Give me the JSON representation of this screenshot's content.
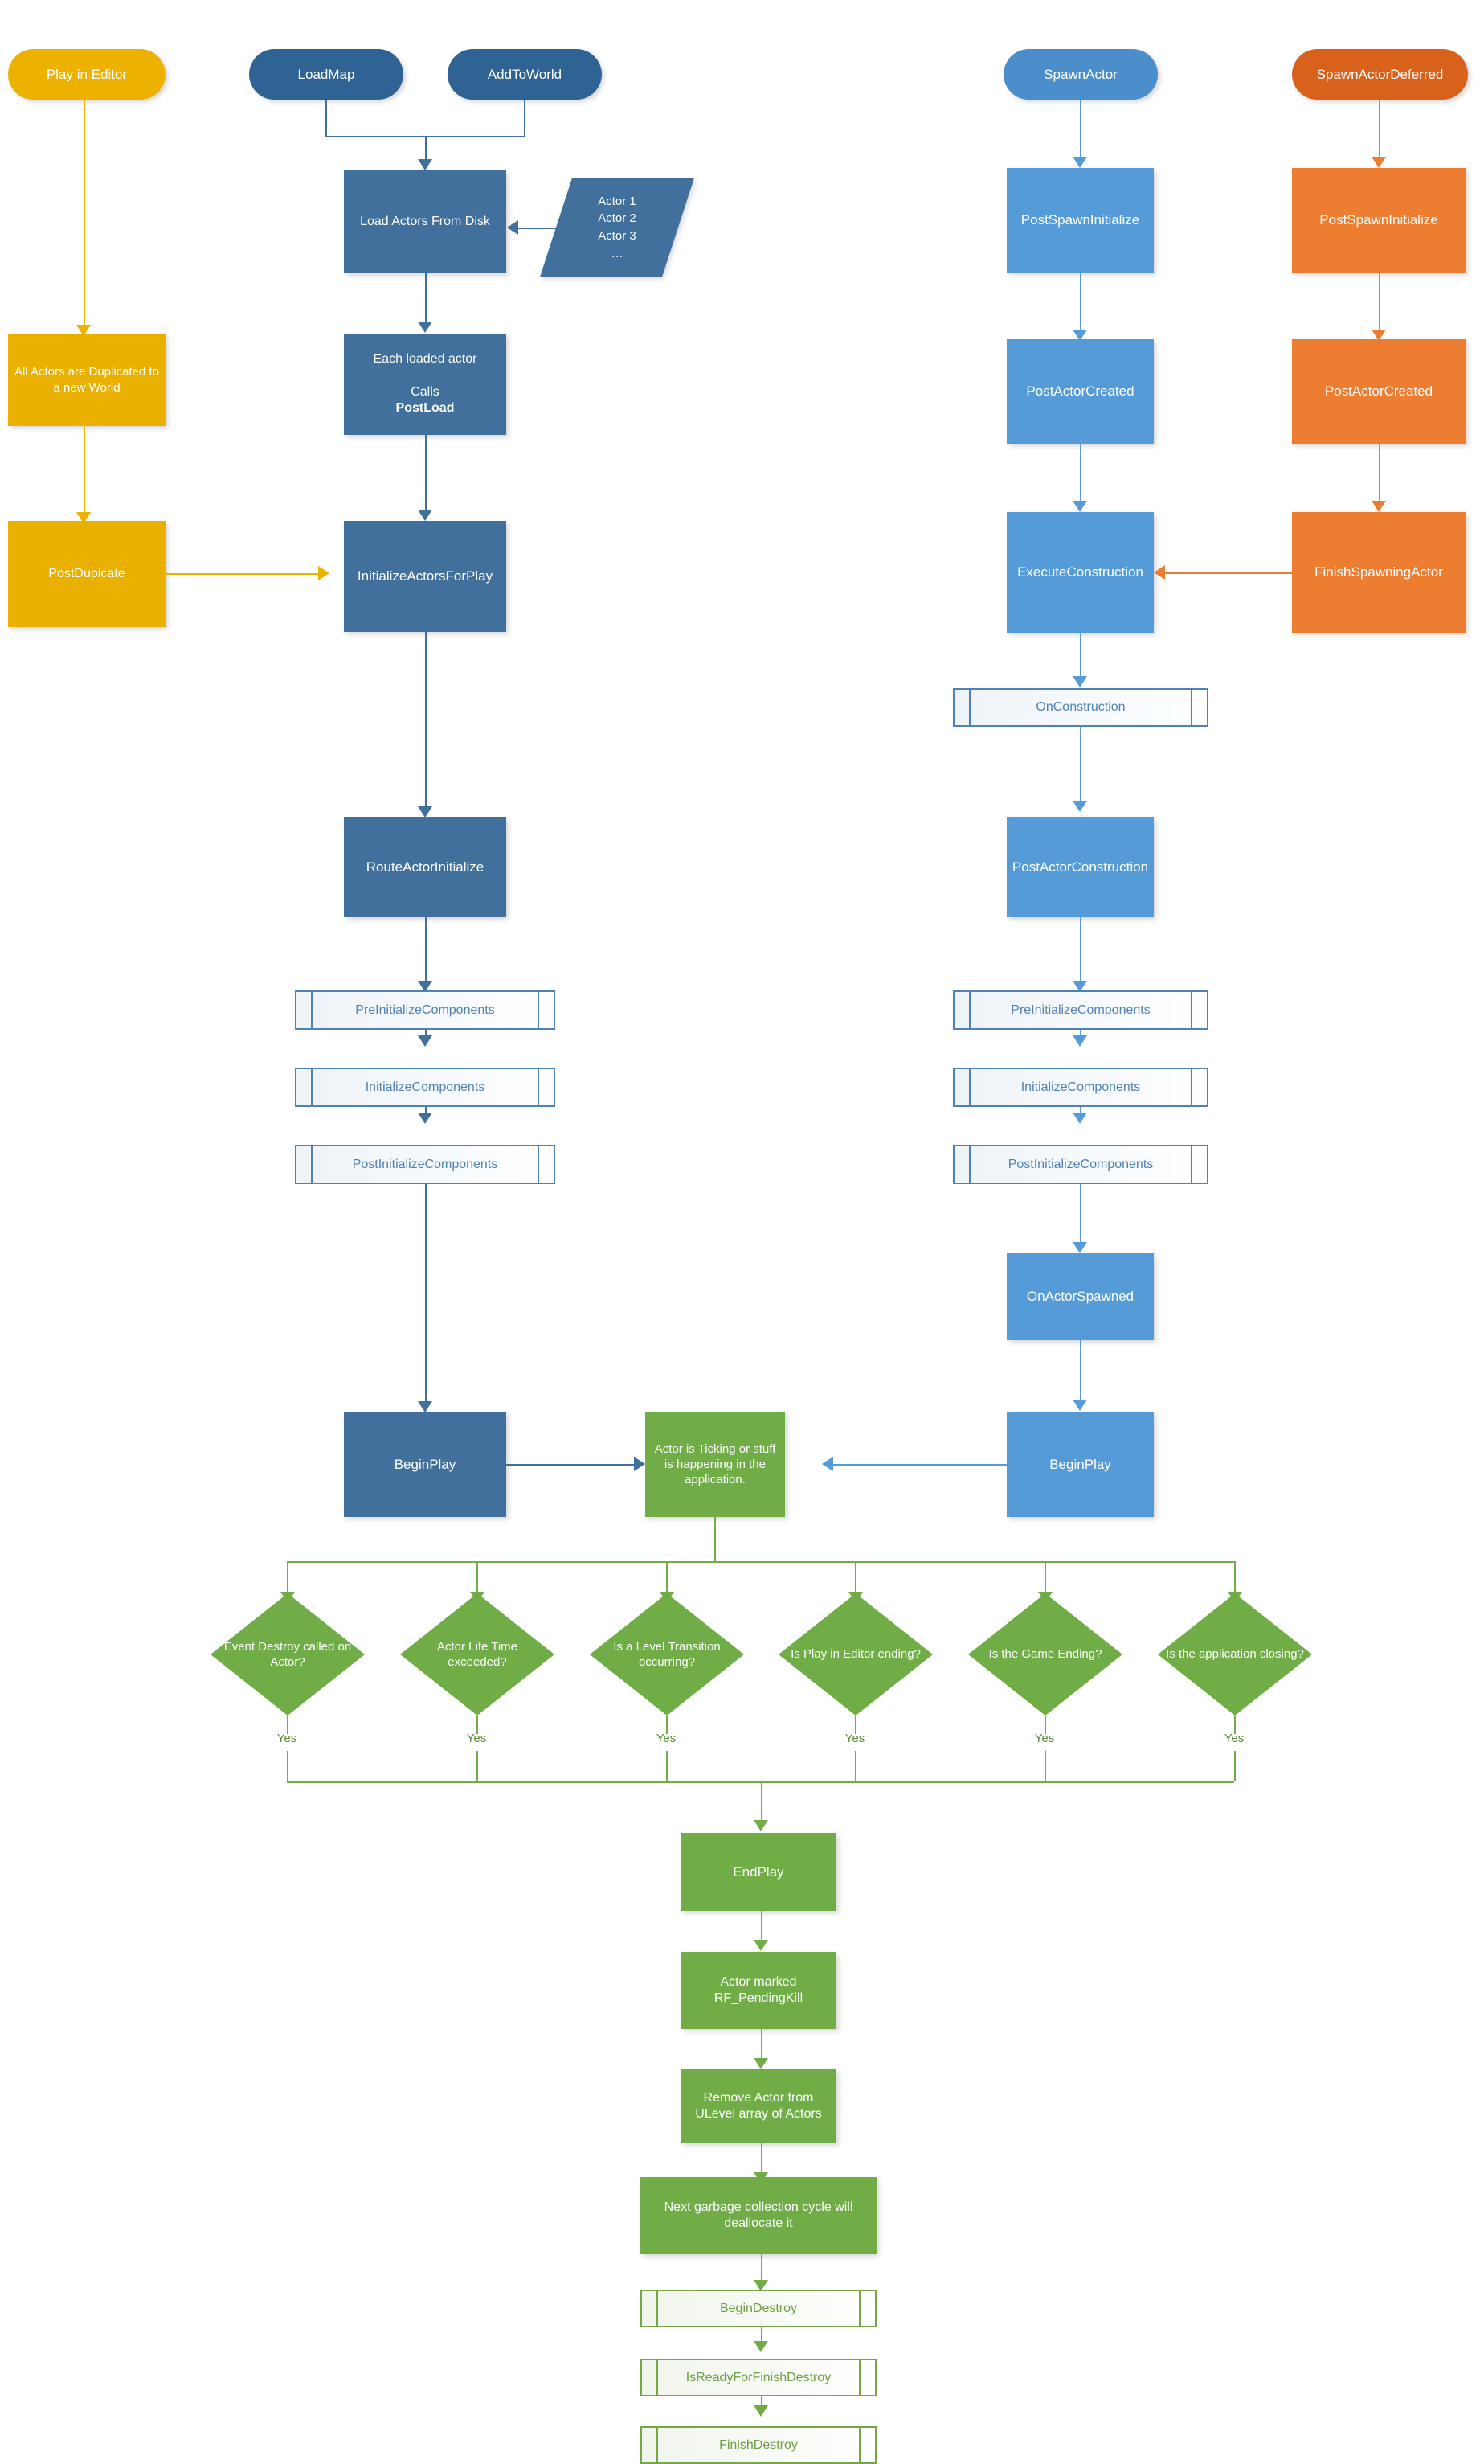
{
  "diagram": {
    "title": "Unreal Engine Actor Lifecycle Flowchart",
    "colors": {
      "blue_dark": "#41709C",
      "blue_light": "#559BD8",
      "green": "#70AD47",
      "orange": "#ED7D31",
      "yellow": "#EAB000",
      "subroutine_border_blue": "#4E81B4",
      "subroutine_border_green": "#74A644",
      "yes_label_text": "#5E8B38"
    }
  },
  "columns": {
    "editor": {
      "start": "Play in Editor",
      "duplicate": "All Actors are Duplicated to a new World",
      "post_duplicate": "PostDupicate"
    },
    "load": {
      "start_a": "LoadMap",
      "start_b": "AddToWorld",
      "load_actors": "Load Actors From Disk",
      "actor_list": [
        "Actor 1",
        "Actor 2",
        "Actor 3",
        "…"
      ],
      "post_load_pre": "Each loaded actor",
      "post_load_call": "Calls ",
      "post_load_bold": "PostLoad",
      "initialize_actors": "InitializeActorsForPlay",
      "route_actor_initialize": "RouteActorInitialize",
      "pre_initialize_components": "PreInitializeComponents",
      "initialize_components": "InitializeComponents",
      "post_initialize_components": "PostInitializeComponents",
      "begin_play": "BeginPlay"
    },
    "spawn": {
      "start": "SpawnActor",
      "post_spawn_initialize": "PostSpawnInitialize",
      "post_actor_created": "PostActorCreated",
      "execute_construction": "ExecuteConstruction",
      "on_construction": "OnConstruction",
      "post_actor_construction": "PostActorConstruction",
      "pre_initialize_components": "PreInitializeComponents",
      "initialize_components": "InitializeComponents",
      "post_initialize_components": "PostInitializeComponents",
      "on_actor_spawned": "OnActorSpawned",
      "begin_play": "BeginPlay"
    },
    "spawn_deferred": {
      "start": "SpawnActorDeferred",
      "post_spawn_initialize": "PostSpawnInitialize",
      "post_actor_created": "PostActorCreated",
      "finish_spawning_actor": "FinishSpawningActor"
    }
  },
  "runtime": {
    "ticking": "Actor is Ticking or stuff is happening in the application.",
    "decisions": [
      {
        "label": "Event Destroy called on Actor?",
        "yes": "Yes"
      },
      {
        "label": "Actor Life Time exceeded?",
        "yes": "Yes"
      },
      {
        "label": "Is a Level Transition occurring?",
        "yes": "Yes"
      },
      {
        "label": "Is Play in Editor ending?",
        "yes": "Yes"
      },
      {
        "label": "Is the Game Ending?",
        "yes": "Yes"
      },
      {
        "label": "Is the application closing?",
        "yes": "Yes"
      }
    ]
  },
  "teardown": {
    "end_play": "EndPlay",
    "pending_kill": "Actor marked RF_PendingKill",
    "remove_actor": "Remove Actor from ULevel array of Actors",
    "gc": "Next garbage collection cycle will deallocate it",
    "begin_destroy": "BeginDestroy",
    "is_ready_for_finish_destroy": "IsReadyForFinishDestroy",
    "finish_destroy": "FinishDestroy"
  }
}
